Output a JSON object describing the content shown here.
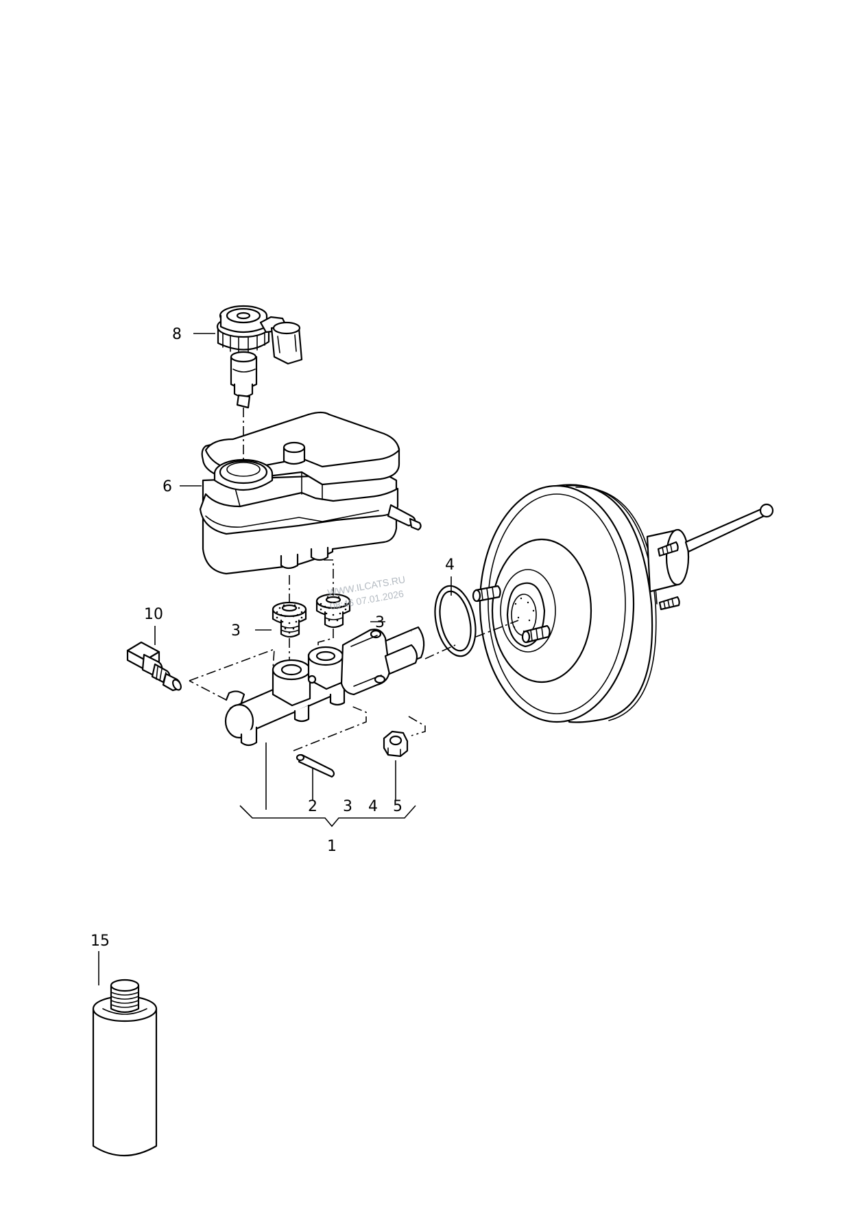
{
  "callouts": {
    "c8": "8",
    "c6": "6",
    "c10": "10",
    "c3a": "3",
    "c3b": "3",
    "c4a": "4",
    "c2": "2",
    "c3c": "3",
    "c4b": "4",
    "c5": "5",
    "c1": "1",
    "c15": "15"
  },
  "watermark": {
    "line1": "WWW.ILCATS.RU",
    "line2": "08:46 07.01.2026"
  }
}
